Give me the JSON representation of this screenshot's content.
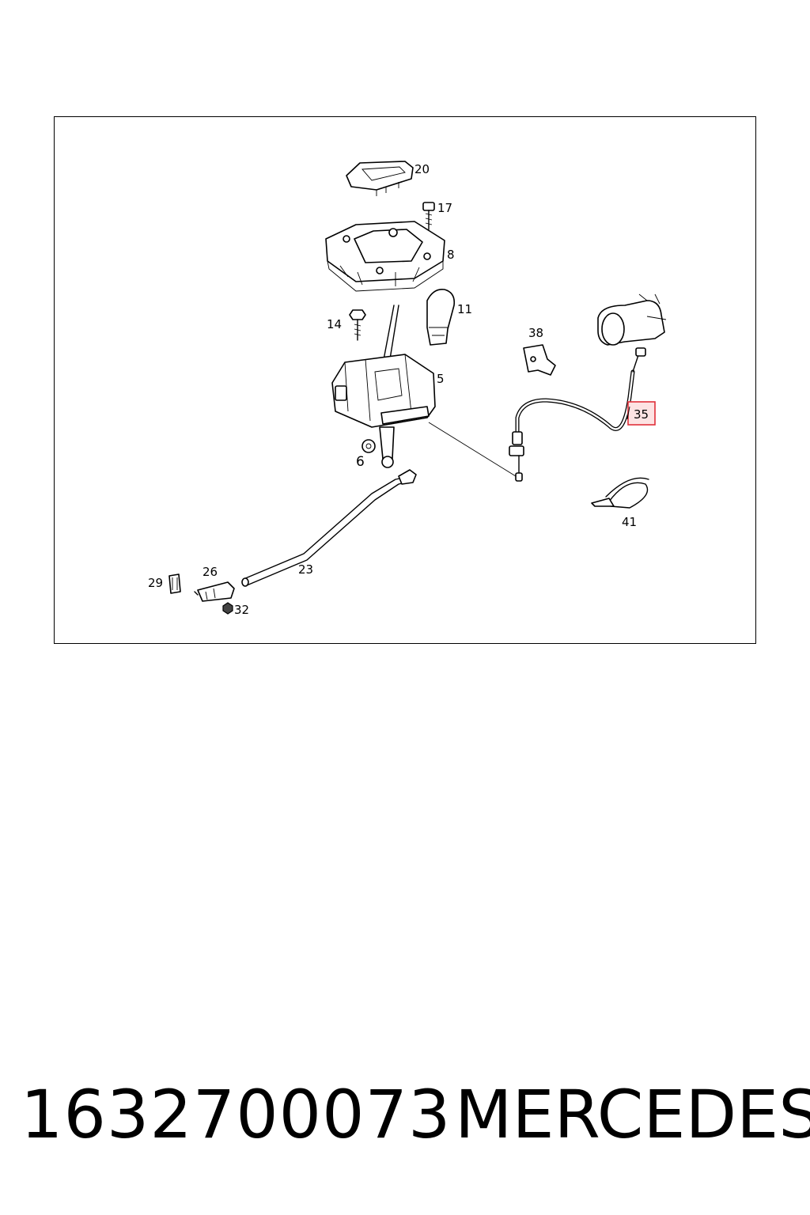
{
  "diagram": {
    "callouts": [
      {
        "id": "20",
        "label": "20"
      },
      {
        "id": "17",
        "label": "17"
      },
      {
        "id": "8",
        "label": "8"
      },
      {
        "id": "11",
        "label": "11"
      },
      {
        "id": "14",
        "label": "14"
      },
      {
        "id": "5",
        "label": "5"
      },
      {
        "id": "38",
        "label": "38"
      },
      {
        "id": "35",
        "label": "35",
        "highlighted": true
      },
      {
        "id": "6",
        "label": "6"
      },
      {
        "id": "41",
        "label": "41"
      },
      {
        "id": "23",
        "label": "23"
      },
      {
        "id": "26",
        "label": "26"
      },
      {
        "id": "29",
        "label": "29"
      },
      {
        "id": "32",
        "label": "32"
      }
    ],
    "highlight_color": "#e0303a",
    "highlight_fill": "#fde3e3"
  },
  "caption": {
    "part_number": "1632700073",
    "brand": "MERCEDES"
  }
}
